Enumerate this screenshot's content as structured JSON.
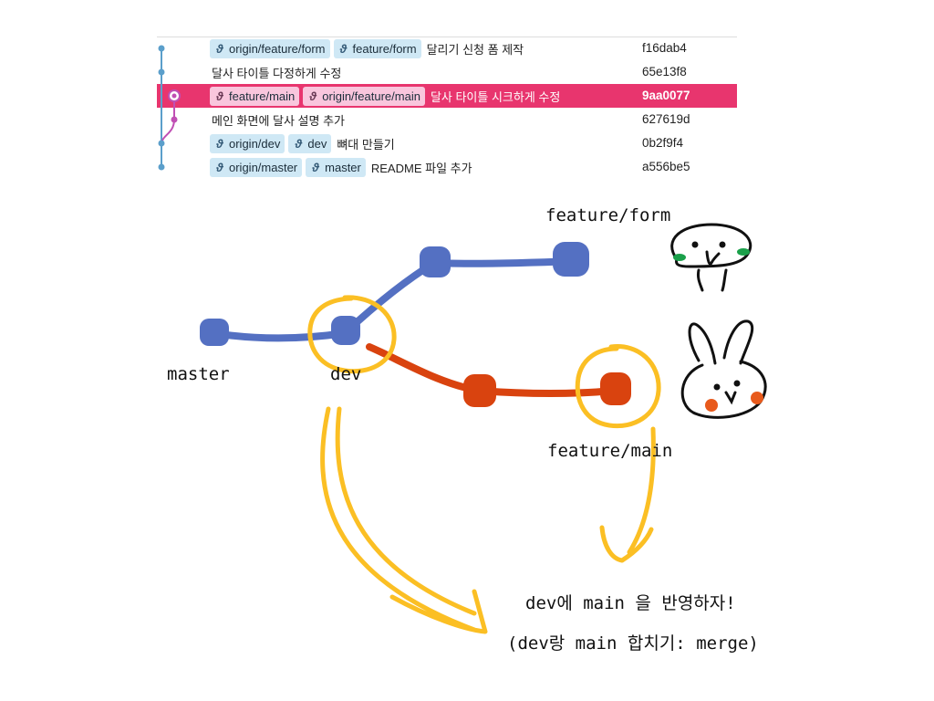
{
  "git_log": {
    "commits": [
      {
        "refs": [
          {
            "label": "origin/feature/form",
            "style": "blue",
            "icon": "branch-icon"
          },
          {
            "label": "feature/form",
            "style": "blue",
            "icon": "branch-icon"
          }
        ],
        "message": "달리기 신청 폼 제작",
        "hash": "f16dab4"
      },
      {
        "refs": [],
        "message": "달사 타이틀 다정하게 수정",
        "hash": "65e13f8"
      },
      {
        "refs": [
          {
            "label": "feature/main",
            "style": "pink",
            "icon": "branch-icon"
          },
          {
            "label": "origin/feature/main",
            "style": "pink",
            "icon": "branch-icon"
          }
        ],
        "message": "달사 타이틀 시크하게 수정",
        "hash": "9aa0077",
        "selected": true
      },
      {
        "refs": [],
        "message": "메인 화면에 달사 설명 추가",
        "hash": "627619d"
      },
      {
        "refs": [
          {
            "label": "origin/dev",
            "style": "blue",
            "icon": "branch-icon"
          },
          {
            "label": "dev",
            "style": "blue",
            "icon": "branch-icon"
          }
        ],
        "message": "뼈대 만들기",
        "hash": "0b2f9f4"
      },
      {
        "refs": [
          {
            "label": "origin/master",
            "style": "blue",
            "icon": "branch-icon"
          },
          {
            "label": "master",
            "style": "blue",
            "icon": "branch-icon"
          }
        ],
        "message": "README 파일 추가",
        "hash": "a556be5"
      }
    ],
    "colors": {
      "selected_row": "#e8356e",
      "blue_line": "#5b9fcb",
      "pink_line": "#c04fb4",
      "ref_blue": "#cfe8f5",
      "ref_pink": "#f9c6dd"
    }
  },
  "diagram": {
    "labels": {
      "feature_form": "feature/form",
      "master": "master",
      "dev": "dev",
      "feature_main": "feature/main"
    },
    "note": {
      "line1": "dev에 main 을 반영하자!",
      "line2": "(dev랑 main 합치기: merge)"
    },
    "colors": {
      "blue_branch": "#5470c2",
      "red_branch": "#d9430f",
      "highlight": "#fbbf24",
      "cheek_green": "#1aa04a",
      "cheek_orange": "#e85a1c"
    },
    "icons": [
      "cat-doodle-icon",
      "rabbit-doodle-icon"
    ]
  }
}
